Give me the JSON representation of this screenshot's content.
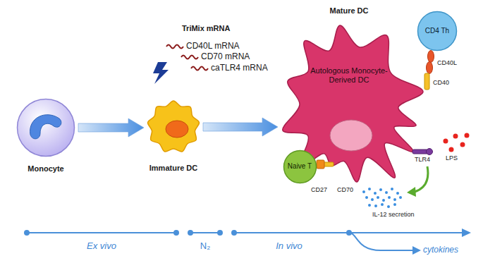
{
  "diagram": {
    "nodes": [
      {
        "text": [
          "Monocyte"
        ]
      },
      {
        "text": [
          "Immature DC"
        ]
      },
      {
        "text": [
          "Mature DC",
          "Autologous Monocyte-Derived DC"
        ]
      },
      {
        "text": [
          "CD4 Th"
        ]
      },
      {
        "text": [
          "Naive T"
        ]
      }
    ],
    "edges": [
      {
        "from": 0,
        "to": 1,
        "arrow": "to"
      },
      {
        "from": 1,
        "to": 2,
        "arrow": "to"
      }
    ],
    "labels": [
      "TriMix mRNA",
      "CD40L mRNA",
      "CD70 mRNA",
      "caTLR4 mRNA",
      "CD40L",
      "CD40",
      "CD27",
      "CD70",
      "TLR4",
      "LPS",
      "IL-12 secretion",
      "Ex vivo",
      "N₂",
      "In vivo",
      "cytokines"
    ]
  }
}
